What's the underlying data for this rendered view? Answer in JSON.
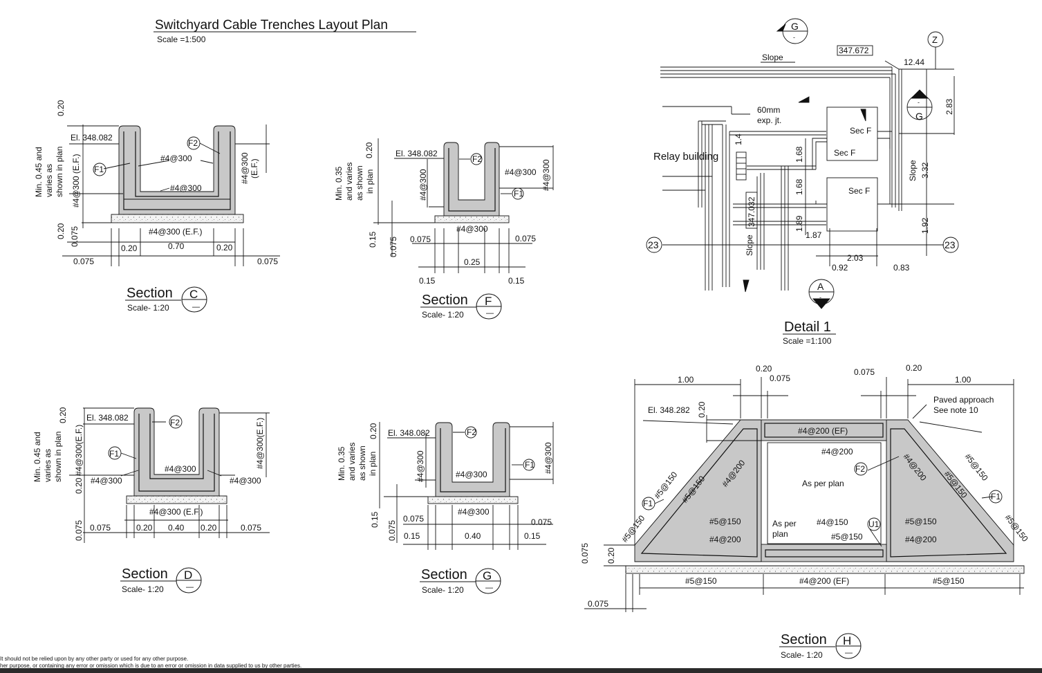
{
  "layout_plan": {
    "title": "Switchyard Cable Trenches Layout Plan",
    "scale": "Scale =1:500"
  },
  "section_c": {
    "title": "Section",
    "tag": "C",
    "scale": "Scale- 1:20",
    "elevation": "El. 348.082",
    "side_note": [
      "Min. 0.45 and",
      "varies as",
      "shown in plan"
    ],
    "labels": {
      "rebar_wall": "#4@300",
      "rebar_base": "#4@300",
      "rebar_ef_left": "#4@300 (E.F.)",
      "rebar_ef_right": "#4@300",
      "ef": "(E.F.)",
      "rebar_bottom": "#4@300 (E.F.)",
      "f1": "F1",
      "f2": "F2"
    },
    "dims": {
      "top": "0.20",
      "bottom": "0.20",
      "blinding": "0.075",
      "wall_l": "0.20",
      "inner": "0.70",
      "wall_r": "0.20",
      "off_l": "0.075",
      "off_r": "0.075"
    }
  },
  "section_f": {
    "title": "Section",
    "tag": "F",
    "scale": "Scale- 1:20",
    "elevation": "El. 348.082",
    "side_note": [
      "Min. 0.35",
      "and varies",
      "as shown",
      "in plan"
    ],
    "labels": {
      "rebar_left": "#4@300",
      "rebar_right": "#4@300",
      "rebar_right2": "#4@300",
      "rebar_bottom": "#4@300",
      "f1": "F1",
      "f2": "F2"
    },
    "dims": {
      "top": "0.20",
      "base": "0.15",
      "blinding": "0.075",
      "off_l": "0.075",
      "off_r": "0.075",
      "inner": "0.25",
      "wall_l": "0.15",
      "wall_r": "0.15"
    }
  },
  "section_d": {
    "title": "Section",
    "tag": "D",
    "scale": "Scale- 1:20",
    "elevation": "El. 348.082",
    "side_note": [
      "Min. 0.45 and",
      "varies as",
      "shown in plan"
    ],
    "labels": {
      "rebar_ef_left": "#4@300(E.F.)",
      "rebar_ef_right": "#4@300(E.F.)",
      "rebar_mid": "#4@300",
      "rebar_l": "#4@300",
      "rebar_r": "#4@300",
      "rebar_bottom": "#4@300 (E.F.)",
      "f1": "F1",
      "f2": "F2"
    },
    "dims": {
      "top": "0.20",
      "base": "0.20",
      "blinding": "0.075",
      "off_l": "0.075",
      "wall_l": "0.20",
      "inner": "0.40",
      "wall_r": "0.20",
      "off_r": "0.075"
    }
  },
  "section_g": {
    "title": "Section",
    "tag": "G",
    "scale": "Scale- 1:20",
    "elevation": "El. 348.082",
    "side_note": [
      "Min. 0.35",
      "and varies",
      "as shown",
      "in plan"
    ],
    "labels": {
      "rebar_left": "#4@300",
      "rebar_right": "#4@300",
      "rebar_mid": "#4@300",
      "rebar_bottom": "#4@300",
      "f1": "F1",
      "f2": "F2"
    },
    "dims": {
      "top": "0.20",
      "base": "0.15",
      "blinding": "0.075",
      "off_l": "0.075",
      "off_r": "0.075",
      "wall_l": "0.15",
      "inner": "0.40",
      "wall_r": "0.15"
    }
  },
  "detail_1": {
    "title": "Detail 1",
    "scale": "Scale =1:100",
    "marker_g_top": "G",
    "marker_g_right": "G",
    "marker_a": "A",
    "marker_dash": "-",
    "grid_z": "Z",
    "grid_23": "23",
    "slope": "Slope",
    "level_1": "347.672",
    "level_2": "347.032",
    "joint": [
      "60mm",
      "exp. jt."
    ],
    "relay": "Relay building",
    "sec_f": "Sec F",
    "dims": [
      "12.44",
      "2.83",
      "3.32",
      "1.92",
      "1.4",
      "1.68",
      "1.68",
      "1.89",
      "1.87",
      "2.03",
      "0.92",
      "0.83"
    ]
  },
  "section_h": {
    "title": "Section",
    "tag": "H",
    "scale": "Scale- 1:20",
    "elevation": "El. 348.282",
    "paved": [
      "Paved approach",
      "See note 10"
    ],
    "labels": {
      "top_slab": "#4@200 (EF)",
      "r200": "#4@200",
      "f2": "F2",
      "f1": "F1",
      "u1": "U1",
      "as_per_plan": "As per plan",
      "as_per": "As per",
      "plan": "plan",
      "r150": "#4@150",
      "s150": "#5@150",
      "bot_ef": "#4@200 (EF)"
    },
    "dims": {
      "w_l": "1.00",
      "w_r": "1.00",
      "t_l": "0.20",
      "t_r": "0.20",
      "c_l": "0.075",
      "c_r": "0.075",
      "top": "0.20",
      "base_075": "0.075",
      "base_020": "0.20",
      "foot": "0.075"
    }
  },
  "footer": {
    "line1": "It should not be relied upon by any other party or used for any other purpose.",
    "line2": "her purpose, or containing any error or omission which is due to an error or omission in data supplied to us by other parties."
  }
}
